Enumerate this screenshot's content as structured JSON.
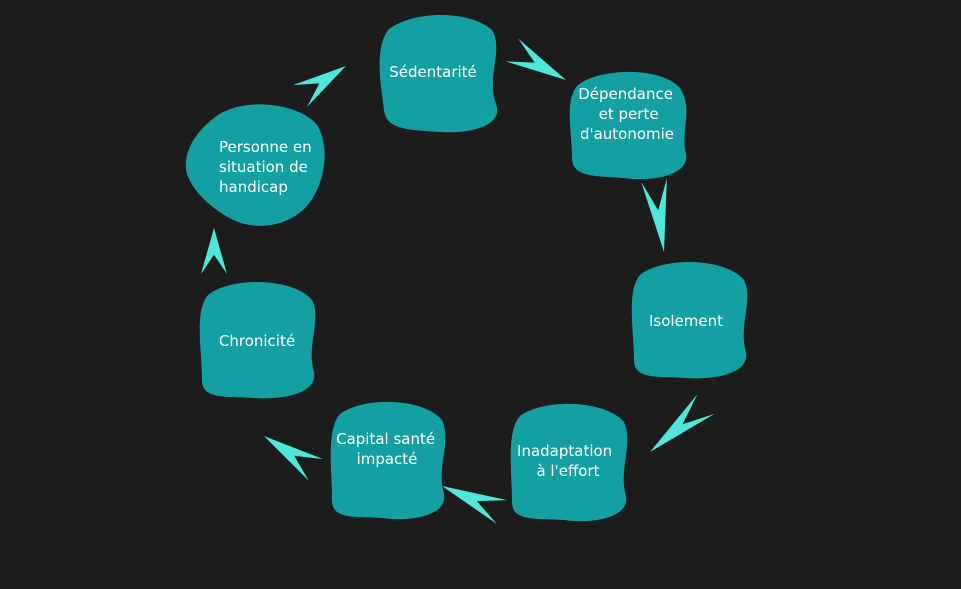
{
  "colors": {
    "background": "#1c1c1c",
    "node_fill": "#14a0a2",
    "arrow_fill": "#4fe6dc",
    "text": "#ffffff"
  },
  "nodes": [
    {
      "id": "sedentarite",
      "lines": [
        "Sédentarité"
      ]
    },
    {
      "id": "dependance",
      "lines": [
        "Dépendance",
        "et perte",
        "d'autonomie"
      ]
    },
    {
      "id": "isolement",
      "lines": [
        "Isolement"
      ]
    },
    {
      "id": "inadaptation",
      "lines": [
        "Inadaptation",
        "à l'effort"
      ]
    },
    {
      "id": "capital-sante",
      "lines": [
        "Capital santé",
        "impacté"
      ]
    },
    {
      "id": "chronicite",
      "lines": [
        "Chronicité"
      ]
    },
    {
      "id": "personne-handicap",
      "lines": [
        "Personne en",
        "situation de",
        "handicap"
      ]
    }
  ]
}
